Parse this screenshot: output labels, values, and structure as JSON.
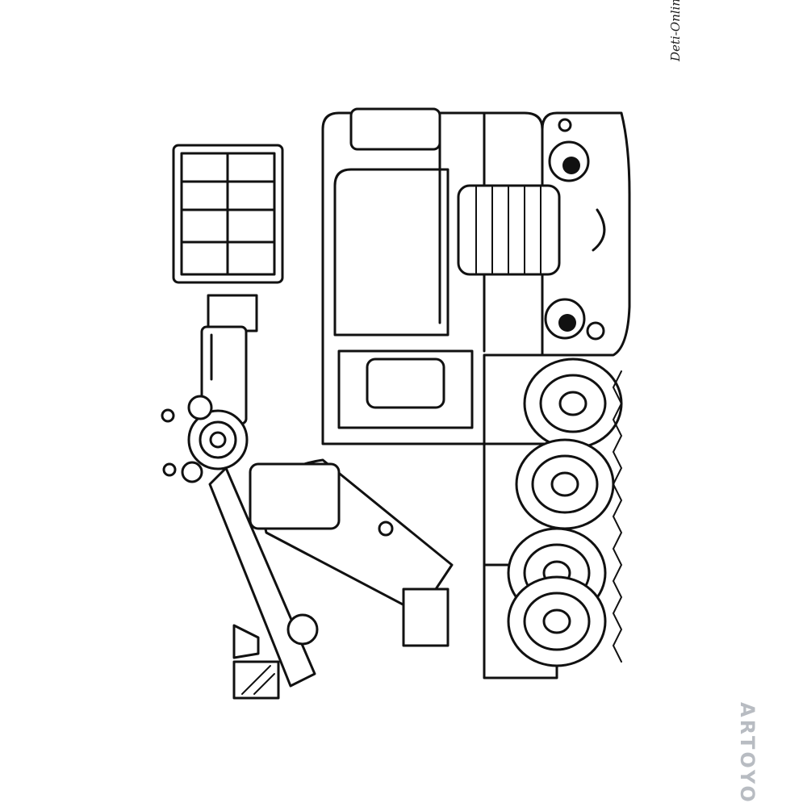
{
  "image": {
    "subject": "coloring page",
    "stroke_color": "#111111",
    "background_color": "#ffffff"
  },
  "watermarks": {
    "site_text": "Deti-Online.com",
    "brand_text": "ARTOYO",
    "brand_color": "#b8bcc2"
  }
}
